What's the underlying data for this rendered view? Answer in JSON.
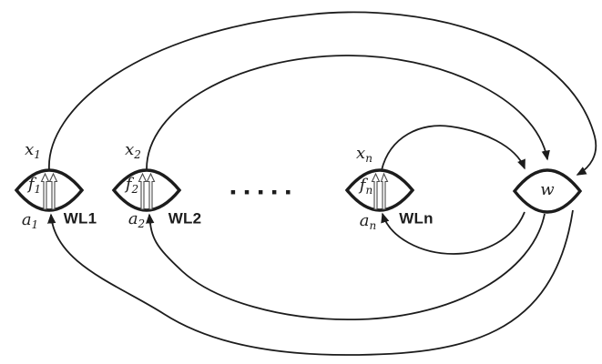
{
  "colors": {
    "ink": "#1c1c1c",
    "background": "#ffffff"
  },
  "nodes": {
    "wl1": {
      "output": {
        "base": "x",
        "sub": "1"
      },
      "func": {
        "base": "f",
        "sub": "1"
      },
      "input": {
        "base": "a",
        "sub": "1"
      },
      "name": "WL1"
    },
    "wl2": {
      "output": {
        "base": "x",
        "sub": "2"
      },
      "func": {
        "base": "f",
        "sub": "2"
      },
      "input": {
        "base": "a",
        "sub": "2"
      },
      "name": "WL2"
    },
    "wln": {
      "output": {
        "base": "x",
        "sub": "n"
      },
      "func": {
        "base": "f",
        "sub": "n"
      },
      "input": {
        "base": "a",
        "sub": "n"
      },
      "name": "WLn"
    },
    "w": {
      "label": "w"
    }
  },
  "ellipsis": "▪▪▪▪▪"
}
